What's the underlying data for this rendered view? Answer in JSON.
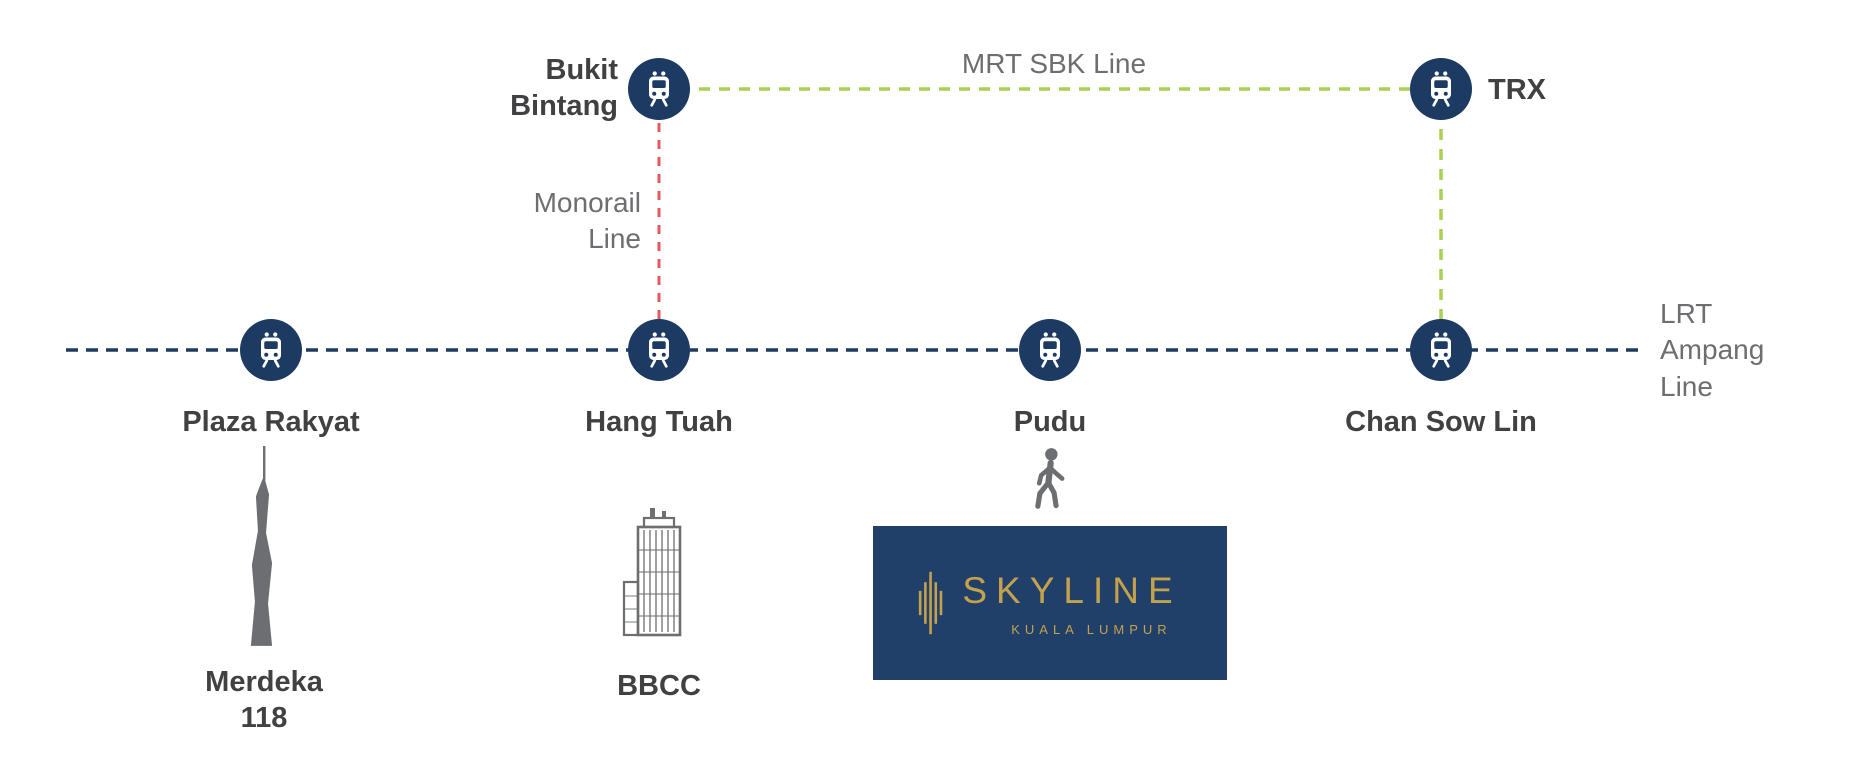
{
  "colors": {
    "navy": "#1c3a62",
    "logo_bg": "#20406a",
    "green": "#a8d155",
    "red": "#e15b5f",
    "gray": "#6d6e71",
    "label_dark": "#414042",
    "gold": "#c4a14b"
  },
  "lines": {
    "mrt_sbk": {
      "label": "MRT SBK Line"
    },
    "monorail": {
      "label": "Monorail Line"
    },
    "lrt_ampang": {
      "label": "LRT Ampang Line"
    }
  },
  "stations": {
    "bukit_bintang": {
      "label": "Bukit Bintang"
    },
    "trx": {
      "label": "TRX"
    },
    "plaza_rakyat": {
      "label": "Plaza Rakyat"
    },
    "hang_tuah": {
      "label": "Hang Tuah"
    },
    "pudu": {
      "label": "Pudu"
    },
    "chan_sow_lin": {
      "label": "Chan Sow Lin"
    }
  },
  "landmarks": {
    "merdeka_118": {
      "label": "Merdeka 118"
    },
    "bbcc": {
      "label": "BBCC"
    },
    "skyline": {
      "name": "SKYLINE",
      "location": "KUALA LUMPUR"
    }
  }
}
